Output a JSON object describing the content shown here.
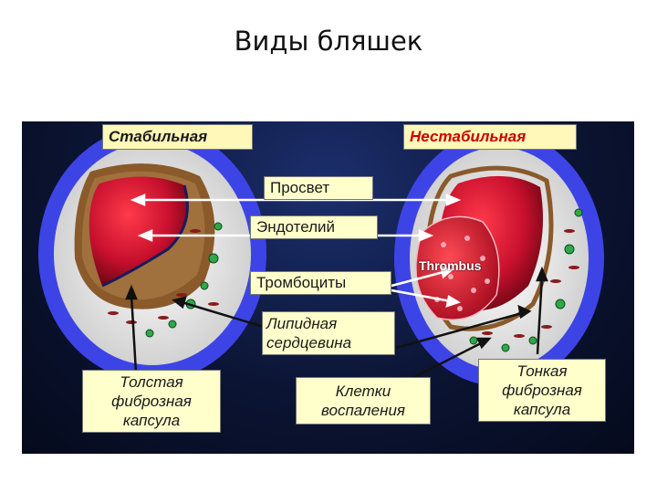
{
  "slide": {
    "title": "Виды бляшек"
  },
  "labels": {
    "stable": "Стабильная",
    "unstable": "Нестабильная",
    "lumen": "Просвет",
    "endothelium": "Эндотелий",
    "platelets": "Тромбоциты",
    "lipid_core": "Липидная сердцевина",
    "thick_cap": "Толстая фиброзная капсула",
    "inflammatory_cells": "Клетки воспаления",
    "thin_cap": "Тонкая фиброзная капсула",
    "thrombus": "Thrombus"
  },
  "colors": {
    "outer_ring": "#3d44e6",
    "lumen": "#c8102e",
    "fibrous_cap": "#8a5a2b",
    "lipid_core": "#e8e8e8",
    "label_bg": "#ffffcc",
    "unstable_text": "#cc0000"
  }
}
